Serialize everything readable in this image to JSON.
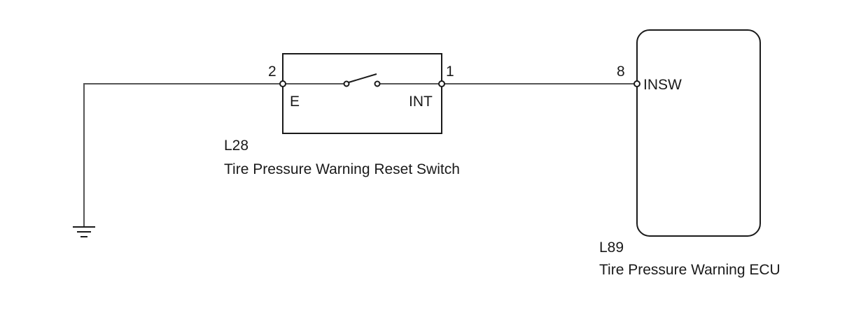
{
  "switch": {
    "connector": "L28",
    "name": "Tire Pressure Warning Reset Switch",
    "pin_left_number": "2",
    "pin_left_label": "E",
    "pin_right_number": "1",
    "pin_right_label": "INT"
  },
  "ecu": {
    "connector": "L89",
    "name": "Tire Pressure Warning ECU",
    "pin_number": "8",
    "pin_label": "INSW"
  },
  "ground": {
    "icon": "ground-symbol-icon"
  }
}
